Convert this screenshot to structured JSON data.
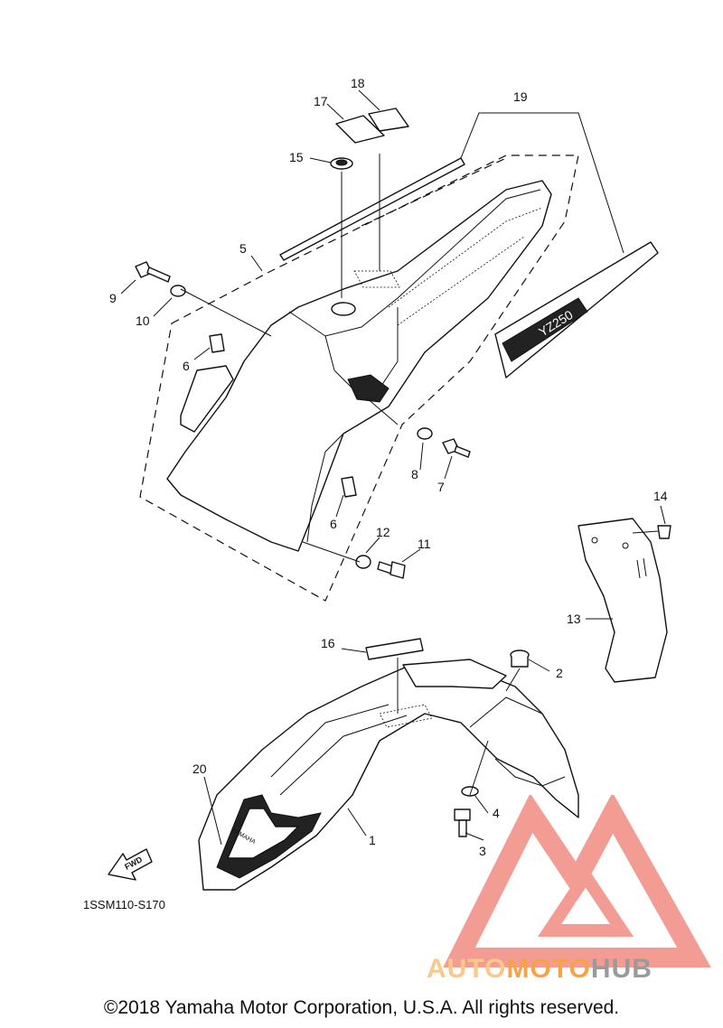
{
  "callouts": {
    "c1": "1",
    "c2": "2",
    "c3": "3",
    "c4": "4",
    "c5": "5",
    "c6a": "6",
    "c6b": "6",
    "c7": "7",
    "c8": "8",
    "c9": "9",
    "c10": "10",
    "c11": "11",
    "c12": "12",
    "c13": "13",
    "c14": "14",
    "c15": "15",
    "c16": "16",
    "c17": "17",
    "c18": "18",
    "c19": "19",
    "c20": "20"
  },
  "decal_text": "YZ250",
  "fender_logo": "YAMAHA",
  "fwd_label": "FWD",
  "ref_code": "1SSM110-S170",
  "copyright": "©2018 Yamaha Motor Corporation, U.S.A. All rights reserved.",
  "watermark": {
    "part1": "AUTO",
    "part2": "MOTO",
    "part3": "HUB",
    "colors": {
      "red": "#e84c3d",
      "orange": "#f5a24a",
      "gray": "#9a9a9a"
    }
  }
}
